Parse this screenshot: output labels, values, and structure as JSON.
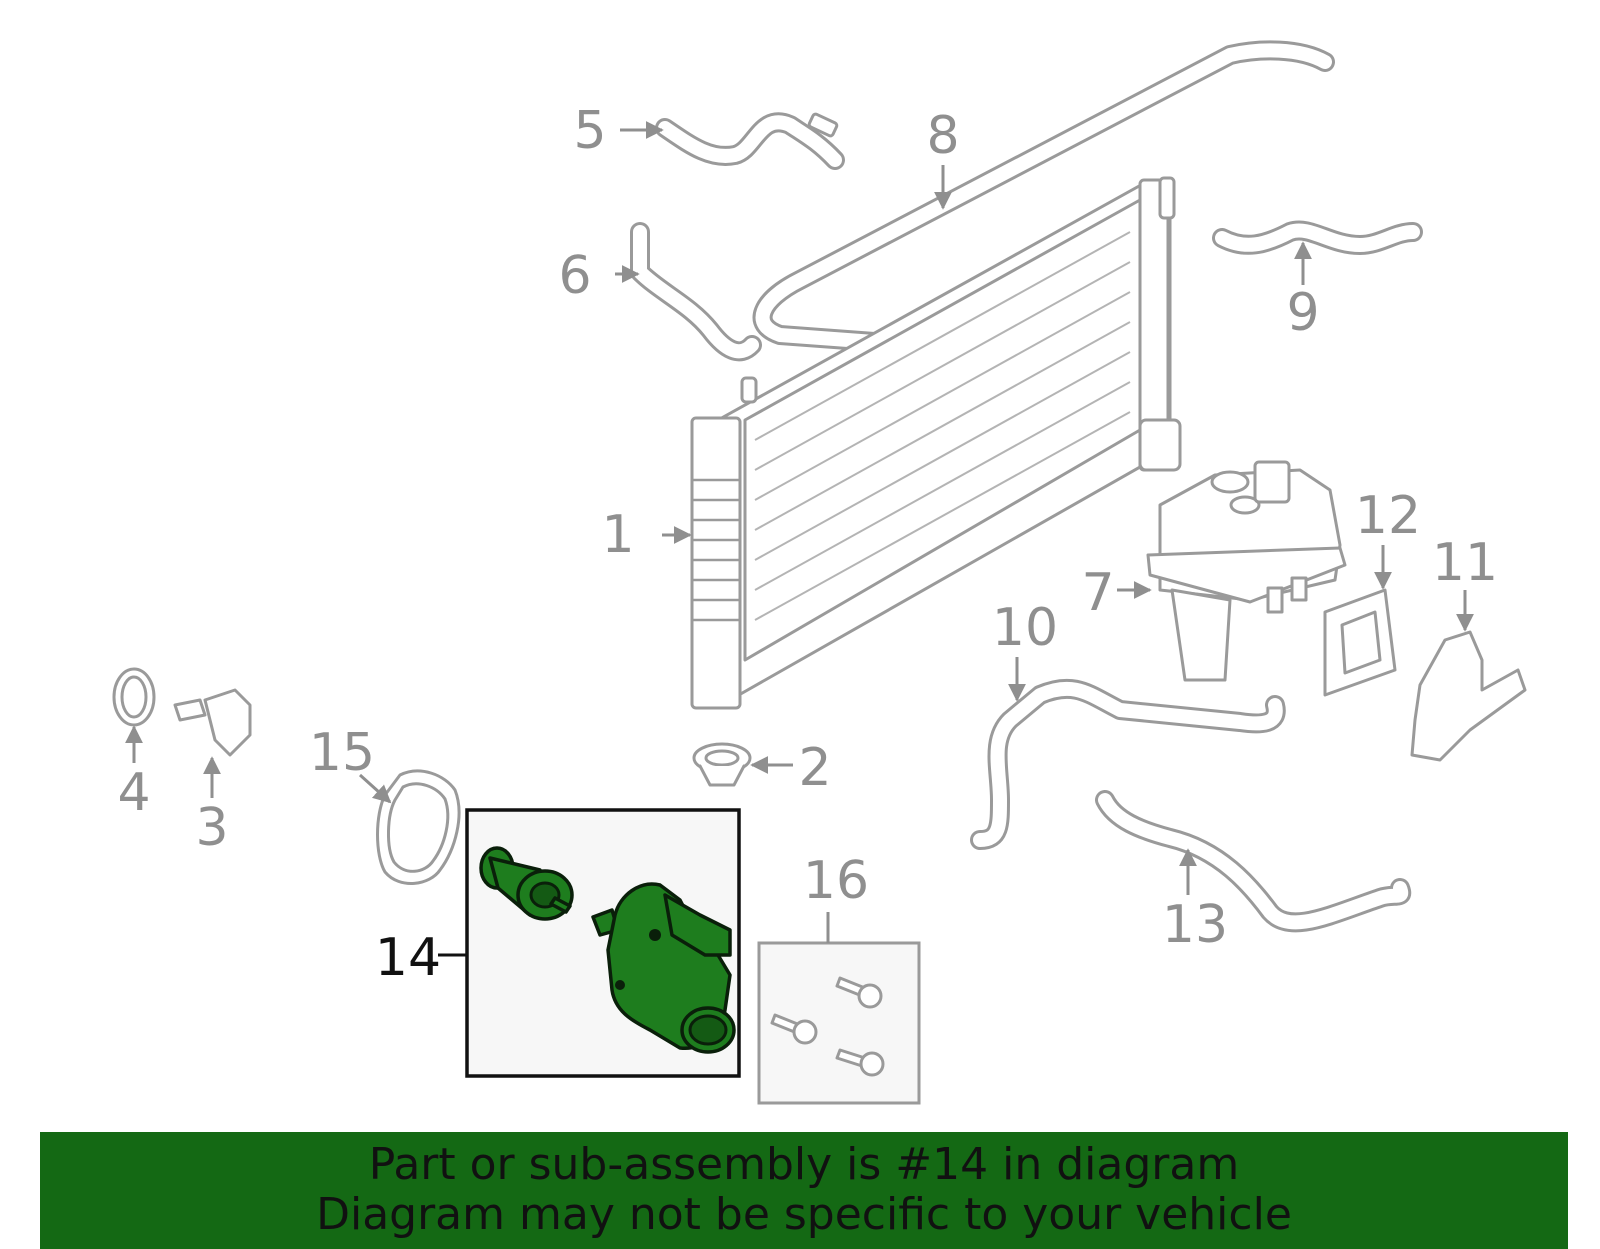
{
  "callouts": {
    "c1": "1",
    "c2": "2",
    "c3": "3",
    "c4": "4",
    "c5": "5",
    "c6": "6",
    "c7": "7",
    "c8": "8",
    "c9": "9",
    "c10": "10",
    "c11": "11",
    "c12": "12",
    "c13": "13",
    "c14": "14",
    "c15": "15",
    "c16": "16"
  },
  "highlighted_part": "14",
  "colors": {
    "highlight": "#1e7d1e",
    "banner": "#146914",
    "line_art": "#9a9a9a"
  },
  "banner": {
    "line1": "Part or sub-assembly is #14 in diagram",
    "line2": "Diagram may not be specific to your vehicle"
  }
}
